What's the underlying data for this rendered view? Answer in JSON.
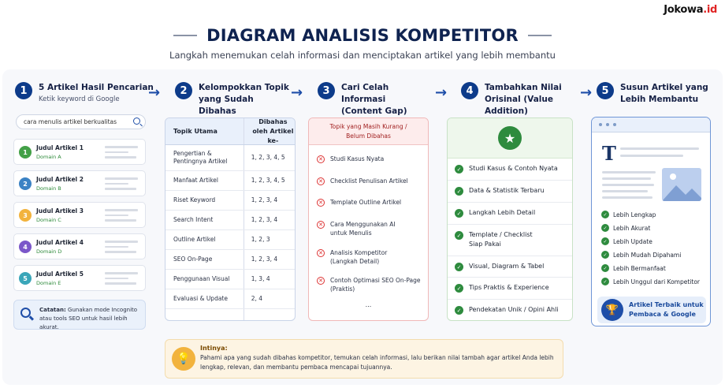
{
  "brand": {
    "name": "Jokowa",
    "suffix": ".id"
  },
  "header": {
    "title": "DIAGRAM ANALISIS KOMPETITOR",
    "subtitle": "Langkah menemukan celah informasi dan menciptakan artikel yang lebih membantu"
  },
  "steps": [
    {
      "num": "1",
      "title": "5 Artikel Hasil Pencarian",
      "sub": "Ketik keyword di Google"
    },
    {
      "num": "2",
      "title": "Kelompokkan Topik yang Sudah Dibahas"
    },
    {
      "num": "3",
      "title": "Cari Celah Informasi (Content Gap)"
    },
    {
      "num": "4",
      "title": "Tambahkan Nilai Orisinal (Value Addition)"
    },
    {
      "num": "5",
      "title": "Susun Artikel yang Lebih Membantu"
    }
  ],
  "search": {
    "query": "cara menulis artikel berkualitas"
  },
  "results": [
    {
      "num": "1",
      "title": "Judul Artikel 1",
      "domain": "Domain A",
      "color": "#43a047"
    },
    {
      "num": "2",
      "title": "Judul Artikel 2",
      "domain": "Domain B",
      "color": "#3b82c4"
    },
    {
      "num": "3",
      "title": "Judul Artikel 3",
      "domain": "Domain C",
      "color": "#f2b33d"
    },
    {
      "num": "4",
      "title": "Judul Artikel 4",
      "domain": "Domain D",
      "color": "#7b57c9"
    },
    {
      "num": "5",
      "title": "Judul Artikel 5",
      "domain": "Domain E",
      "color": "#3aa6b9"
    }
  ],
  "note": {
    "label": "Catatan:",
    "text": "Gunakan mode Incognito atau tools SEO untuk hasil lebih akurat."
  },
  "topics_table": {
    "headers": [
      "Topik Utama",
      "Dibahas oleh Artikel ke-"
    ],
    "rows": [
      [
        "Pengertian & Pentingnya Artikel",
        "1, 2, 3, 4, 5"
      ],
      [
        "Manfaat Artikel",
        "1, 2, 3, 4, 5"
      ],
      [
        "Riset Keyword",
        "1, 2, 3, 4"
      ],
      [
        "Search Intent",
        "1, 2, 3, 4"
      ],
      [
        "Outline Artikel",
        "1, 2, 3"
      ],
      [
        "SEO On-Page",
        "1, 2, 3, 4"
      ],
      [
        "Penggunaan Visual",
        "1, 3, 4"
      ],
      [
        "Evaluasi & Update",
        "2, 4"
      ],
      [
        "...",
        "..."
      ]
    ]
  },
  "gap": {
    "header": "Topik yang Masih Kurang / Belum Dibahas",
    "items": [
      "Studi Kasus Nyata",
      "Checklist Penulisan Artikel",
      "Template Outline Artikel",
      "Cara Menggunakan AI untuk Menulis",
      "Analisis Kompetitor (Langkah Detail)",
      "Contoh Optimasi SEO On-Page (Praktis)"
    ],
    "more": "..."
  },
  "values": [
    "Studi Kasus & Contoh Nyata",
    "Data & Statistik Terbaru",
    "Langkah Lebih Detail",
    "Template / Checklist Siap Pakai",
    "Visual, Diagram & Tabel",
    "Tips Praktis & Experience",
    "Pendekatan Unik / Opini Ahli"
  ],
  "article": {
    "icon_letter": "T",
    "benefits": [
      "Lebih Lengkap",
      "Lebih Akurat",
      "Lebih Update",
      "Lebih Mudah Dipahami",
      "Lebih Bermanfaat",
      "Lebih Unggul dari Kompetitor"
    ],
    "best": "Artikel Terbaik untuk Pembaca & Google"
  },
  "summary": {
    "title": "Intinya:",
    "text": "Pahami apa yang sudah dibahas kompetitor, temukan celah informasi, lalu berikan nilai tambah agar artikel Anda lebih lengkap, relevan, dan membantu pembaca mencapai tujuannya."
  }
}
